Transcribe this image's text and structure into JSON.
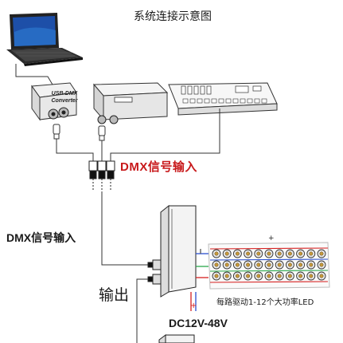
{
  "title": "系统连接示意图",
  "converter_label_line1": "USB-DMX",
  "converter_label_line2": "Converter",
  "dmx_input_label_red": "DMX信号输入",
  "dmx_input_label_black": "DMX信号输入",
  "output_label": "输出",
  "led_note": "每路驱动1-12个大功率LED",
  "power_label": "DC12V-48V",
  "polarity_plus": "+",
  "polarity_minus": "-",
  "colors": {
    "red_text": "#c8191b",
    "wire_red": "#d62020",
    "wire_blue": "#2a4fd0",
    "wire_green": "#2aa84a",
    "line": "#333333"
  },
  "icons": [
    "laptop-icon",
    "usb-dmx-converter-icon",
    "dmx-console-icon",
    "lighting-desk-icon",
    "xlr-plug-icon",
    "dmx-decoder-icon",
    "led-array-icon"
  ]
}
